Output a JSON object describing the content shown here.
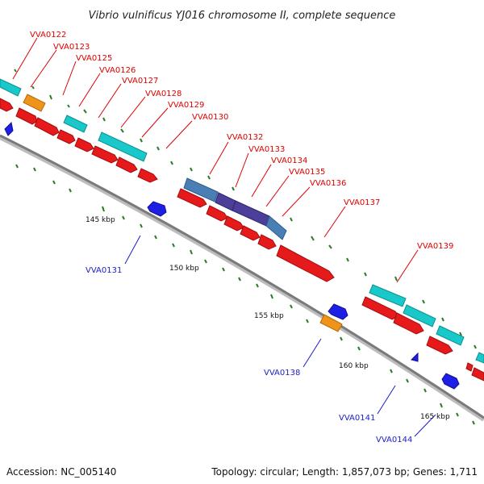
{
  "title": "Vibrio vulnificus YJ016 chromosome II, complete sequence",
  "footer": {
    "accession": "Accession: NC_005140",
    "summary": "Topology: circular; Length: 1,857,073 bp; Genes: 1,711"
  },
  "colors": {
    "cds_forward": "#e61a1a",
    "cds_reverse": "#1e1ee6",
    "rna": "#f09319",
    "feature_cyan": "#19c8c8",
    "feature_steel": "#4a7fb5",
    "feature_indigo": "#4b3f9a",
    "backbone": "#808080",
    "gc_dash": "#2a7a2a",
    "red_label": "#e00000",
    "blue_label": "#1c1cc8"
  },
  "scale_ticks": [
    "145 kbp",
    "150 kbp",
    "155 kbp",
    "160 kbp",
    "165 kbp"
  ],
  "gene_labels_red": [
    "VVA0122",
    "VVA0123",
    "VVA0125",
    "VVA0126",
    "VVA0127",
    "VVA0128",
    "VVA0129",
    "VVA0130",
    "VVA0132",
    "VVA0133",
    "VVA0134",
    "VVA0135",
    "VVA0136",
    "VVA0137",
    "VVA0139"
  ],
  "gene_labels_blue": [
    "VVA0131",
    "VVA0138",
    "VVA0141",
    "VVA0144"
  ]
}
